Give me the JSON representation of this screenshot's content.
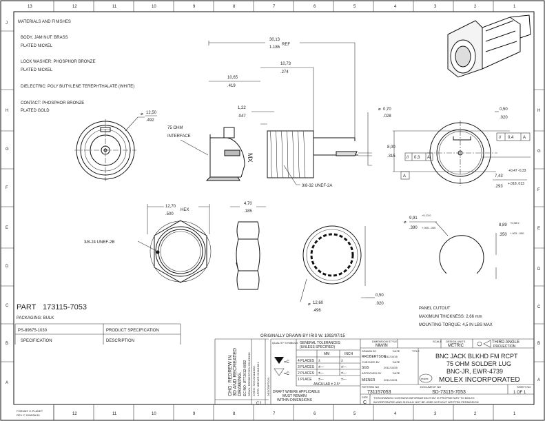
{
  "zones_top": [
    "13",
    "12",
    "11",
    "10",
    "9",
    "8",
    "7",
    "6",
    "5",
    "4",
    "3",
    "2",
    "1"
  ],
  "zones_left": [
    "J",
    "H",
    "G",
    "F",
    "E",
    "D",
    "C",
    "B",
    "A"
  ],
  "zones_right": [
    "H",
    "G",
    "F",
    "E",
    "D",
    "C",
    "B",
    "A"
  ],
  "materials": {
    "heading": "MATERIALS AND FINISHES",
    "lines": [
      "BODY, JAM NUT: BRASS",
      "PLATED NICKEL",
      "LOCK WASHER: PHOSPHOR BRONZE",
      "PLATED NICKEL",
      "DIELECTRIC: POLY BUTYLENE TEREPHTHALATE (WHITE)",
      "CONTACT: PHOSPHOR BRONZE",
      "PLATED GOLD"
    ]
  },
  "dims": {
    "d1250": {
      "mm": "12,50",
      "in": ".492"
    },
    "ref": {
      "mm": "30,13",
      "in": "1.186",
      "suffix": "REF"
    },
    "d1073": {
      "mm": "10,73",
      "in": ".274"
    },
    "d1065": {
      "mm": "10,65",
      "in": ".419"
    },
    "d122": {
      "mm": "1,22",
      "in": ".047"
    },
    "d070": {
      "mm": "0,70",
      "in": ".028"
    },
    "d050": {
      "mm": "0,50",
      "in": ".020"
    },
    "d800": {
      "mm": "8,00",
      "in": ".315"
    },
    "d743": {
      "mm": "7,43",
      "tol": "+0,47 -0,33"
    },
    "d293": {
      "mm": ".293",
      "tol": "+.018 .013"
    },
    "fcf1": [
      "//",
      "0,4",
      "A"
    ],
    "fcf2": [
      "//",
      "0,3",
      "A"
    ],
    "datum": "A",
    "interface": [
      "75 OHM",
      "INTERFACE"
    ],
    "mx": "MX",
    "thread1": "3/8-32 UNEF-2A",
    "hex": {
      "mm": "12,70",
      "in": ".500",
      "suffix": "HEX"
    },
    "thread2": "3/8-24 UNEF-2B",
    "d470": {
      "mm": "4,70",
      "in": ".185"
    },
    "d1260": {
      "mm": "12,60",
      "in": ".496"
    },
    "d050b": {
      "mm": "0,50",
      "in": ".020"
    },
    "cut1": {
      "mm": "9,91",
      "tol_mm": "+0,13 0",
      "in": ".390",
      "tol_in": "+.005 -.000"
    },
    "cut2": {
      "mm": "8,89",
      "tol_mm": "+0,08 0",
      "in": ".350",
      "tol_in": "+.003 -.000"
    }
  },
  "panel": [
    "PANEL CUTOUT",
    "MAXIMUM THICKNESS: 2,66 mm",
    "MOUNTING TORQUE: 4,5 IN LBS MAX"
  ],
  "part": {
    "label": "PART",
    "number": "173115-7053",
    "packaging": "PACKAGING: BULK"
  },
  "spec_table": {
    "rows": [
      [
        "PS-89675-1030",
        "PRODUCT SPECIFICATION"
      ],
      [
        "SPECIFICATION",
        "DESCRIPTION"
      ]
    ]
  },
  "originally": "ORIGINALLY DRAWN BY IRIS W. 1992/07/15",
  "revision": {
    "lines": [
      "CHG: REDREW IN",
      "3D AND RECREATED",
      "DRAWING.",
      "EC NO: UTT2012-0092",
      "DRWN: RROBERTSON 2011/10/18",
      "CHK'D: SGS 2011/10/28",
      "APPR: MIENER 2011/10/31"
    ],
    "rev": "C1",
    "col": "DESCRIPTION"
  },
  "quality": {
    "heading": "QUALITY SYMBOLS",
    "sym1": "=C",
    "sym2": "=C"
  },
  "tolerances": {
    "heading": [
      "GENERAL TOLERANCES",
      "(UNLESS SPECIFIED)"
    ],
    "cols": [
      "MM",
      "INCH"
    ],
    "rows": [
      [
        "4 PLACES",
        "±",
        "±"
      ],
      [
        "3 PLACES",
        "±---",
        "±---"
      ],
      [
        "2 PLACES",
        "±---",
        "±---"
      ],
      [
        "1 PLACE",
        "±---",
        "±---"
      ]
    ],
    "angular": "ANGULAR  ± 2.5°",
    "draft": [
      "DRAFT WHERE APPLICABLE",
      "MUST REMAIN",
      "WITHIN DIMENSIONS"
    ]
  },
  "title_block": {
    "dim_style_label": "DIMENSION STYLE",
    "dim_style": "MM/IN",
    "scale_label": "SCALE",
    "scale": "",
    "units_label": "DESIGN UNITS",
    "units": "METRIC",
    "projection": [
      "THIRD ANGLE",
      "PROJECTION"
    ],
    "drawn_by_label": "DRAWN BY",
    "drawn_by": "RROBERTSON",
    "drawn_date": "2011/10/18",
    "checked_by_label": "CHECKED BY",
    "checked_by": "SGS",
    "checked_date": "2011/10/28",
    "approved_by_label": "APPROVED BY",
    "approved_by": "MIENER",
    "approved_date": "2011/10/31",
    "date_label": "DATE",
    "title_label": "TITLE",
    "title": [
      "BNC JACK BLKHD FM RCPT",
      "75 OHM SOLDER LUG",
      "BNC-JR, EWR-4739"
    ],
    "company": "MOLEX INCORPORATED",
    "logo": "molex",
    "pattern_label": "PATTERN NO",
    "pattern": "731157053",
    "document_label": "DOCUMENT NO",
    "document": "SD-73115-7053",
    "sheet_label": "SHEET NO",
    "sheet": "1 OF 1",
    "size_label": "SIZE",
    "size": "C",
    "proprietary": [
      "THIS DRAWING CONTAINS INFORMATION THAT IS PROPRIETARY TO MOLEX",
      "INCORPORATED AND SHOULD NOT BE USED WITHOUT WRITTEN PERMISSION"
    ]
  },
  "format": [
    "FORMAT: C-PLANET",
    "REV. F 2008/06/15"
  ]
}
